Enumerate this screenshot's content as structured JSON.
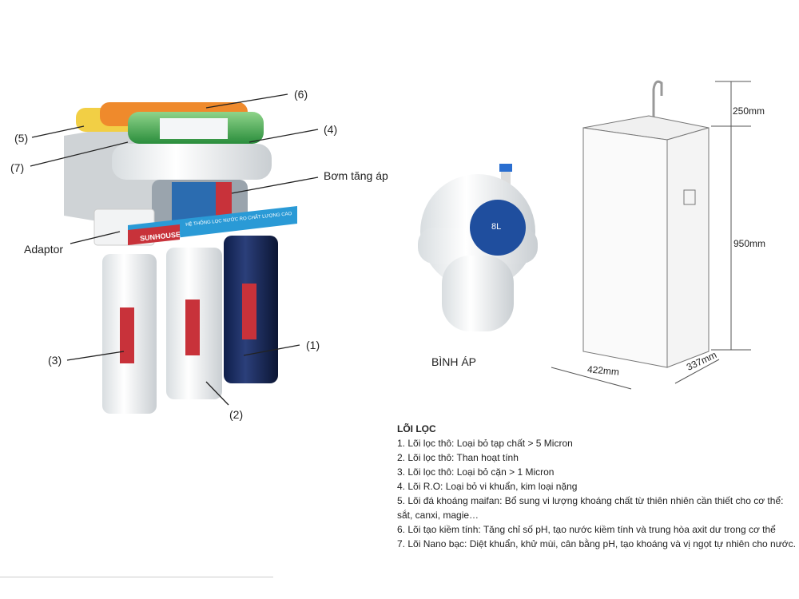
{
  "labels": {
    "c6": "(6)",
    "c5": "(5)",
    "c7": "(7)",
    "c4": "(4)",
    "pump": "Bơm tăng áp",
    "adaptor": "Adaptor",
    "c3": "(3)",
    "c1": "(1)",
    "c2": "(2)",
    "tank": "BÌNH ÁP"
  },
  "product": {
    "brand": "SUNHOUSE",
    "banner": "HỆ THỐNG LỌC NƯỚC RO CHẤT LƯỢNG CAO",
    "tank_volume": "8L"
  },
  "dimensions": {
    "top": "250mm",
    "height": "950mm",
    "width": "422mm",
    "depth": "337mm"
  },
  "filters": {
    "title": "LÕI LỌC",
    "items": [
      "1. Lõi lọc thô: Loại bỏ tạp chất > 5 Micron",
      "2. Lõi lọc thô: Than hoạt tính",
      "3. Lõi lọc thô: Loại bỏ cặn > 1 Micron",
      "4. Lõi R.O: Loại bỏ vi khuẩn, kim loại nặng",
      "5. Lõi đá khoáng maifan: Bổ sung vi lượng khoáng chất từ thiên nhiên cần thiết cho cơ thể:",
      "sắt, canxi, magie…",
      "6. Lõi tạo kiềm tính: Tăng chỉ số pH, tạo nước kiềm tính và trung hòa axit dư trong cơ thể",
      "7. Lõi Nano bạc: Diệt khuẩn, khử mùi, cân bằng pH, tạo khoáng và vị ngọt tự nhiên cho nước."
    ]
  }
}
